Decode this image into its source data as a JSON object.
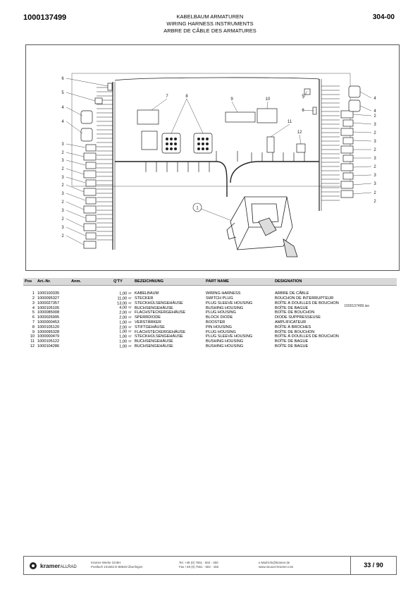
{
  "header": {
    "doc_number": "1000137499",
    "title_de": "KABELBAUM ARMATUREN",
    "title_en": "WIRING HARNESS INSTRUMENTS",
    "title_fr": "ARBRE DE CÂBLE DES ARMATURES",
    "page_code": "304-00"
  },
  "drawing": {
    "drawing_id": "1000137499.iso",
    "callouts": [
      "1",
      "2",
      "3",
      "4",
      "5",
      "6",
      "7",
      "8",
      "9",
      "10",
      "11",
      "12"
    ]
  },
  "table": {
    "headers": {
      "pos": "Pos",
      "art": "Art.-Nr.",
      "anm": "Anm.",
      "qty": "Q'TY",
      "de": "BEZEICHNUNG",
      "en": "PART NAME",
      "fr": "DESIGNATION"
    },
    "unit": "ST",
    "rows": [
      {
        "pos": "1",
        "art": "1000100335",
        "qty": "1,00",
        "de": "KABELBAUM",
        "en": "WIRING HARNESS",
        "fr": "ARBRE DE CÂBLE"
      },
      {
        "pos": "2",
        "art": "1000095327",
        "qty": "11,00",
        "de": "STECKER",
        "en": "SWITCH PLUG",
        "fr": "BOUCHON DE INTERRUPTEUR"
      },
      {
        "pos": "3",
        "art": "1000027357",
        "qty": "13,00",
        "de": "STECKHÜLSENGEHÄUSE",
        "en": "PLUG SLEEVE HOUSING",
        "fr": "BOÎTE À DOUILLES DE BOUCHON"
      },
      {
        "pos": "4",
        "art": "1000105105",
        "qty": "4,00",
        "de": "BUCHSENGEHÄUSE",
        "en": "BUSHING HOUSING",
        "fr": "BOÎTE DE BAGUE"
      },
      {
        "pos": "5",
        "art": "1000085008",
        "qty": "2,00",
        "de": "FLACHSTECKERGEHÄUSE",
        "en": "PLUG HOUSING",
        "fr": "BOÎTE DE BOUCHON"
      },
      {
        "pos": "6",
        "art": "1000026995",
        "qty": "2,00",
        "de": "SPERRDIODE",
        "en": "BLOCK DIODE",
        "fr": "DIODE SUPPRESSEUSE"
      },
      {
        "pos": "7",
        "art": "1000000453",
        "qty": "1,00",
        "de": "VERSTÄRKER",
        "en": "BOOSTER",
        "fr": "AMPLIFICATEUR"
      },
      {
        "pos": "8",
        "art": "1000105120",
        "qty": "2,00",
        "de": "STIFTGEHÄUSE",
        "en": "PIN HOUSING",
        "fr": "BOÎTE À BROCHES"
      },
      {
        "pos": "9",
        "art": "1000095328",
        "qty": "1,00",
        "de": "FLACHSTECKERGEHÄUSE",
        "en": "PLUG HOUSING",
        "fr": "BOÎTE DE BOUCHON"
      },
      {
        "pos": "10",
        "art": "1000000479",
        "qty": "1,00",
        "de": "STECKHÜLSENGEHÄUSE",
        "en": "PLUG SLEEVE HOUSING",
        "fr": "BOÎTE À DOUILLES DE BOUCHON"
      },
      {
        "pos": "11",
        "art": "1000105122",
        "qty": "1,00",
        "de": "BUCHSENGEHÄUSE",
        "en": "BUSHING HOUSING",
        "fr": "BOÎTE DE BAGUE"
      },
      {
        "pos": "12",
        "art": "1000104286",
        "qty": "1,00",
        "de": "BUCHSENGEHÄUSE",
        "en": "BUSHING HOUSING",
        "fr": "BOÎTE DE BAGUE"
      }
    ]
  },
  "footer": {
    "brand": "kramer",
    "brand_suffix": "ALLRAD",
    "company_line1": "Kramer-Werke GmbH",
    "company_line2": "Postfach 101563 D-88645 Überlingen",
    "phone": "Tel. +49 (0) 7551 - 602 - 450",
    "fax": "Fax +49 (0) 7551 - 602 - 156",
    "email": "e-Mail:info@kramer.de",
    "web": "www.neuson-kramer.com",
    "page_number": "33 / 90"
  }
}
